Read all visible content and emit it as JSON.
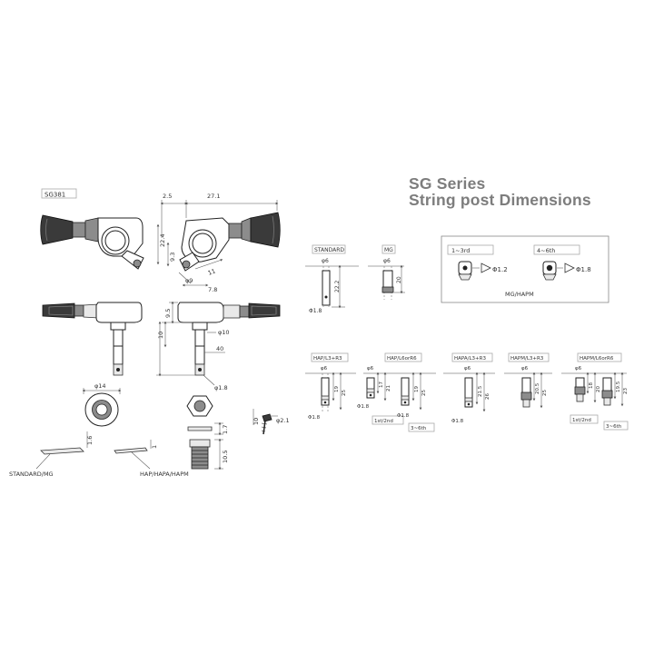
{
  "header": {
    "title_line1": "SG Series",
    "title_line2": "String post Dimensions"
  },
  "model_label": "SG381",
  "left_dims": {
    "d25": "2.5",
    "d271": "27.1",
    "d224": "22.4",
    "d93": "9.3",
    "d11": "11",
    "d78": "7.8",
    "phi9": "φ9",
    "d95": "9.5",
    "d10": "10",
    "phi10": "φ10",
    "d40": "40",
    "phi18": "φ1.8",
    "phi14": "φ14",
    "d16": "1.6",
    "d1": "1",
    "d17": "1.7",
    "d105": "10.5",
    "d10b": "10",
    "phi21": "φ2.1",
    "washer_std": "STANDARD/MG",
    "washer_hap": "HAP/HAPA/HAPM"
  },
  "top_posts": {
    "standard": {
      "label": "STANDARD",
      "phi6": "φ6",
      "len": "22.2",
      "phi18": "Φ1.8"
    },
    "mg": {
      "label": "MG",
      "phi6": "φ6",
      "len": "20"
    }
  },
  "mg_box": {
    "left_label": "1~3rd",
    "right_label": "4~6th",
    "left_dim": "Φ1.2",
    "right_dim": "Φ1.8",
    "caption": "MG/HAPM"
  },
  "bottom_posts": [
    {
      "label": "HAP/L3+R3",
      "phi6": "φ6",
      "dims": [
        "19",
        "25"
      ],
      "phi18": "Φ1.8"
    },
    {
      "label": "HAP/L6orR6",
      "phi6": "φ6",
      "dims": [
        "17",
        "21",
        "19",
        "25"
      ],
      "phi18a": "Φ1.8",
      "phi18b": "Φ1.8",
      "note_a": "1st/2nd",
      "note_b": "3~6th"
    },
    {
      "label": "HAPA/L3+R3",
      "phi6": "φ6",
      "dims": [
        "21.5",
        "26"
      ],
      "phi18": "Φ1.8"
    },
    {
      "label": "HAPM/L3+R3",
      "phi6": "φ6",
      "dims": [
        "20.5",
        "25"
      ]
    },
    {
      "label": "HAPM/L6orR6",
      "phi6": "φ6",
      "dims": [
        "18",
        "20",
        "19.5",
        "23"
      ],
      "note_a": "1st/2nd",
      "note_b": "3~6th"
    }
  ]
}
